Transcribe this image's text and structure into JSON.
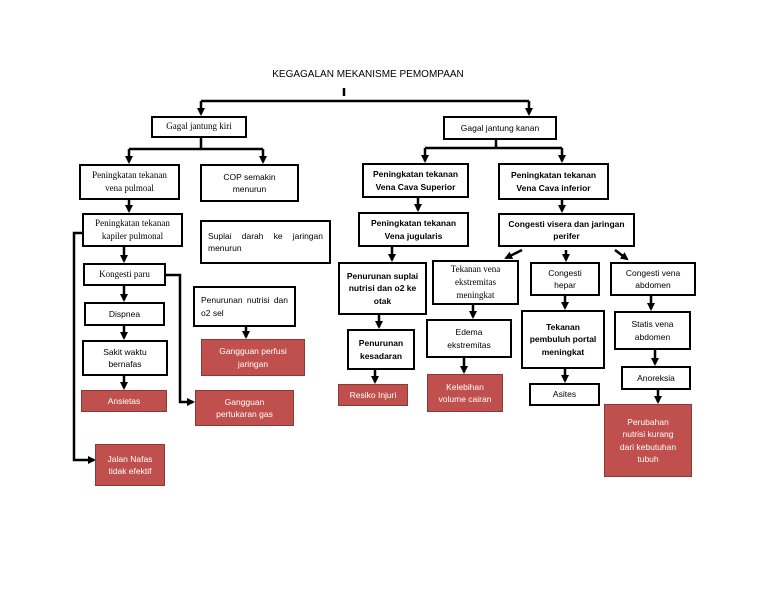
{
  "title": "KEGAGALAN MEKANISME PEMOMPAAN",
  "colors": {
    "accent_red": "#c0504d",
    "line": "#000000"
  },
  "nodes": {
    "gagal_kiri": "Gagal jantung kiri",
    "gagal_kanan": "Gagal jantung kanan",
    "tekanan_vena_pulmonal": "Peningkatan tekanan\nvena pulmoal",
    "cop_menurun": "COP semakin\nmenurun",
    "tekanan_kapiler": "Peningkatan tekanan\nkapiler pulmonal",
    "suplai_darah": "Suplai darah ke jaringan menurun",
    "kongesti_paru": "Kongesti paru",
    "dispnea": "Dispnea",
    "sakit_bernafas": "Sakit waktu\nbernafas",
    "ansietas": "Ansietas",
    "jalan_nafas": "Jalan Nafas\ntidak efektif",
    "penurunan_nutrisi": "Penurunan nutrisi dan o2 sel",
    "gangguan_perfusi": "Gangguan perfusi\njaringan",
    "gangguan_pertukaran": "Gangguan\npertukaran gas",
    "vena_cava_superior": "Peningkatan tekanan\nVena Cava Superior",
    "vena_cava_inferior": "Peningkatan tekanan\nVena Cava inferior",
    "vena_jugularis": "Peningkatan tekanan\nVena jugularis",
    "congesti_visera": "Congesti visera dan jaringan\nperifer",
    "penurunan_suplai": "Penurunan suplai\nnutrisi dan o2 ke\notak",
    "tekanan_vena_ekstremitas": "Tekanan vena\nekstremitas\nmeningkat",
    "congesti_hepar": "Congesti\nhepar",
    "congesti_abdomen": "Congesti vena\nabdomen",
    "penurunan_kesadaran": "Penurunan\nkesadaran",
    "edema": "Edema\nekstremitas",
    "tekanan_portal": "Tekanan\npembuluh portal\nmeningkat",
    "statis_abdomen": "Statis vena\nabdomen",
    "resiko_injuri": "Resiko Injuri",
    "kelebihan_volume": "Kelebihan\nvolume cairan",
    "asites": "Asites",
    "anoreksia": "Anoreksia",
    "perubahan_nutrisi": "Perubahan\nnutrisi kurang\ndari kebutuhan\ntubuh"
  }
}
